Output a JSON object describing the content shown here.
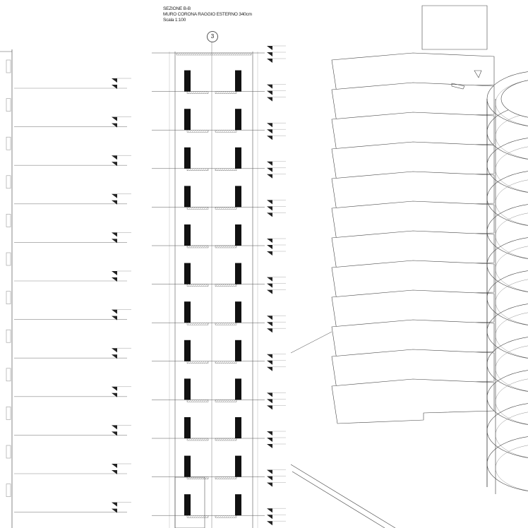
{
  "title": {
    "line1": "SEZIONE B-B",
    "line2": "MURO CORONA RAGGIO ESTERNO 340cm",
    "line3": "Scala 1:100"
  },
  "axis_label": "3",
  "floors": 12,
  "colors": {
    "line": "#555555",
    "column": "#111111",
    "hatch": "#999999"
  }
}
